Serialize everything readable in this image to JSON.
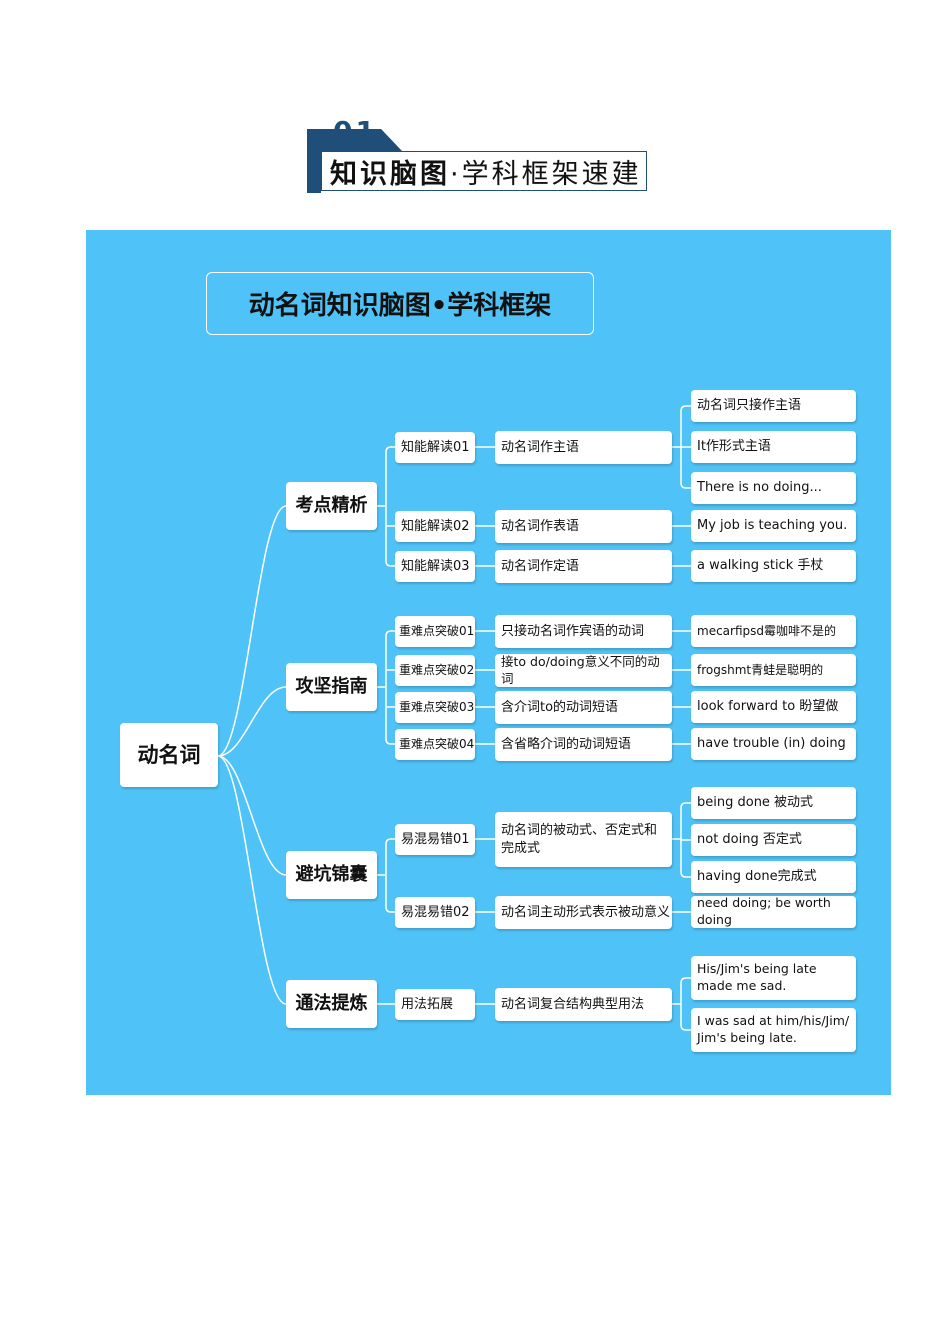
{
  "header": {
    "number": "01",
    "title_bold": "知识脑图",
    "title_rest": "·学科框架速建"
  },
  "diagram": {
    "title": "动名词知识脑图•学科框架",
    "root": "动名词",
    "branches": [
      {
        "label": "考点精析",
        "items": [
          {
            "label": "知能解读01",
            "topic": "动名词作主语",
            "examples": [
              "动名词只接作主语",
              "It作形式主语",
              "There is no doing..."
            ]
          },
          {
            "label": "知能解读02",
            "topic": "动名词作表语",
            "examples": [
              "My job is teaching you."
            ]
          },
          {
            "label": "知能解读03",
            "topic": "动名词作定语",
            "examples": [
              "a walking stick 手杖"
            ]
          }
        ]
      },
      {
        "label": "攻坚指南",
        "items": [
          {
            "label": "重难点突破01",
            "topic": "只接动名词作宾语的动词",
            "examples": [
              "mecarfipsd霉咖啡不是的"
            ]
          },
          {
            "label": "重难点突破02",
            "topic": "接to do/doing意义不同的动词",
            "examples": [
              "frogshmt青蛙是聪明的"
            ]
          },
          {
            "label": "重难点突破03",
            "topic": "含介词to的动词短语",
            "examples": [
              "look forward to 盼望做"
            ]
          },
          {
            "label": "重难点突破04",
            "topic": "含省略介词的动词短语",
            "examples": [
              "have trouble (in) doing"
            ]
          }
        ]
      },
      {
        "label": "避坑锦囊",
        "items": [
          {
            "label": "易混易错01",
            "topic": "动名词的被动式、否定式和完成式",
            "examples": [
              "being done 被动式",
              "not doing 否定式",
              "having done完成式"
            ]
          },
          {
            "label": "易混易错02",
            "topic": "动名词主动形式表示被动意义",
            "examples": [
              "need doing; be worth doing"
            ]
          }
        ]
      },
      {
        "label": "通法提炼",
        "items": [
          {
            "label": "用法拓展",
            "topic": "动名词复合结构典型用法",
            "examples": [
              "His/Jim's being late made me sad.",
              "I was sad at him/his/Jim/ Jim's being late."
            ]
          }
        ]
      }
    ]
  }
}
